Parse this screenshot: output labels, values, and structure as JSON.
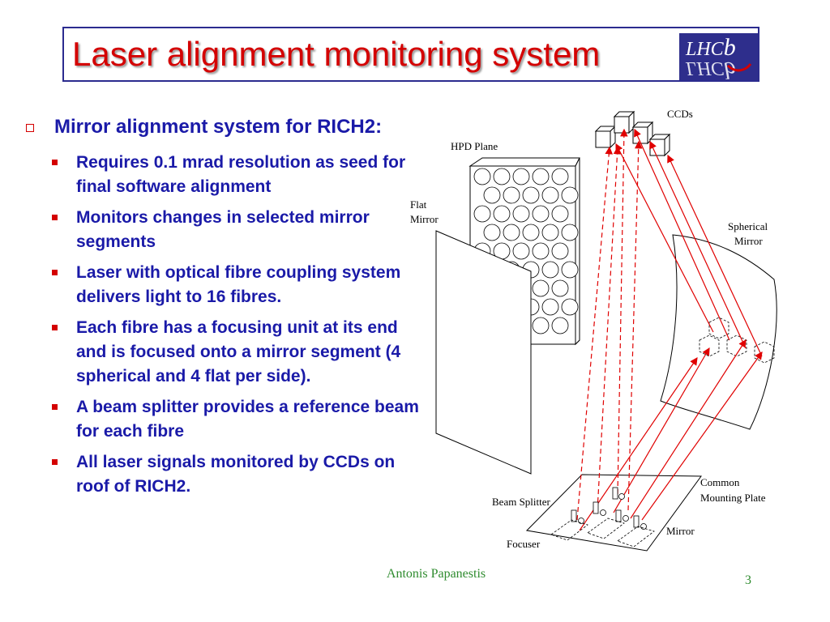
{
  "title": "Laser alignment monitoring system",
  "logo": {
    "text_top": "LHCb",
    "text_bottom": "LHCb"
  },
  "main_bullet": "Mirror alignment system for RICH2:",
  "bullets": [
    "Requires 0.1 mrad resolution as seed for final software alignment",
    "Monitors changes in selected mirror segments",
    "Laser with optical fibre coupling system delivers light to 16 fibres.",
    "Each fibre has a focusing unit at its end and is focused onto a mirror segment (4 spherical and 4 flat per side).",
    "A beam splitter provides a reference beam for each fibre",
    "All laser signals monitored by CCDs on roof of RICH2."
  ],
  "diagram": {
    "ccds": "CCDs",
    "hpd_plane": "HPD Plane",
    "flat_mirror_1": "Flat",
    "flat_mirror_2": "Mirror",
    "spherical_mirror_1": "Spherical",
    "spherical_mirror_2": "Mirror",
    "common_plate_1": "Common",
    "common_plate_2": "Mounting Plate",
    "beam_splitter": "Beam Splitter",
    "mirror": "Mirror",
    "focuser": "Focuser"
  },
  "colors": {
    "title": "#d40000",
    "text": "#1a1aa8",
    "bullet": "#d40000",
    "laser": "#e00000",
    "footer": "#2e8b2e",
    "logo_bg": "#2e2e8c"
  },
  "footer": {
    "author": "Antonis Papanestis",
    "page": "3"
  }
}
